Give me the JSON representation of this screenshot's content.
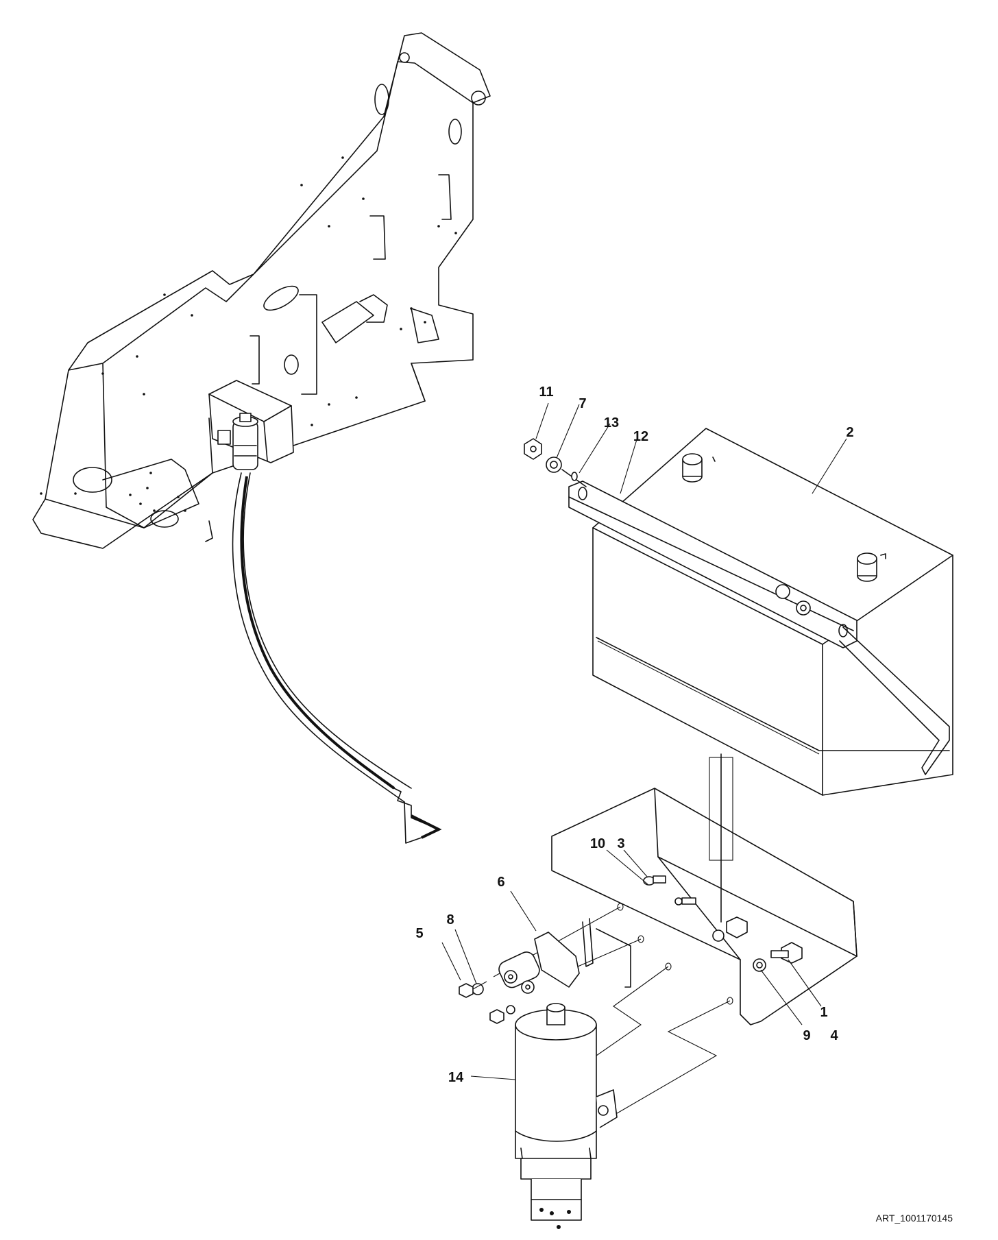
{
  "diagram": {
    "art_id": "ART_1001170145",
    "callouts": [
      {
        "id": "c11",
        "label": "11"
      },
      {
        "id": "c7",
        "label": "7"
      },
      {
        "id": "c13",
        "label": "13"
      },
      {
        "id": "c12",
        "label": "12"
      },
      {
        "id": "c2",
        "label": "2"
      },
      {
        "id": "c3",
        "label": "3"
      },
      {
        "id": "c10",
        "label": "10"
      },
      {
        "id": "c6",
        "label": "6"
      },
      {
        "id": "c5",
        "label": "5"
      },
      {
        "id": "c8",
        "label": "8"
      },
      {
        "id": "c1",
        "label": "1"
      },
      {
        "id": "c4",
        "label": "4"
      },
      {
        "id": "c9",
        "label": "9"
      },
      {
        "id": "c14",
        "label": "14"
      }
    ],
    "colors": {
      "line": "#111111",
      "background": "#ffffff"
    }
  }
}
